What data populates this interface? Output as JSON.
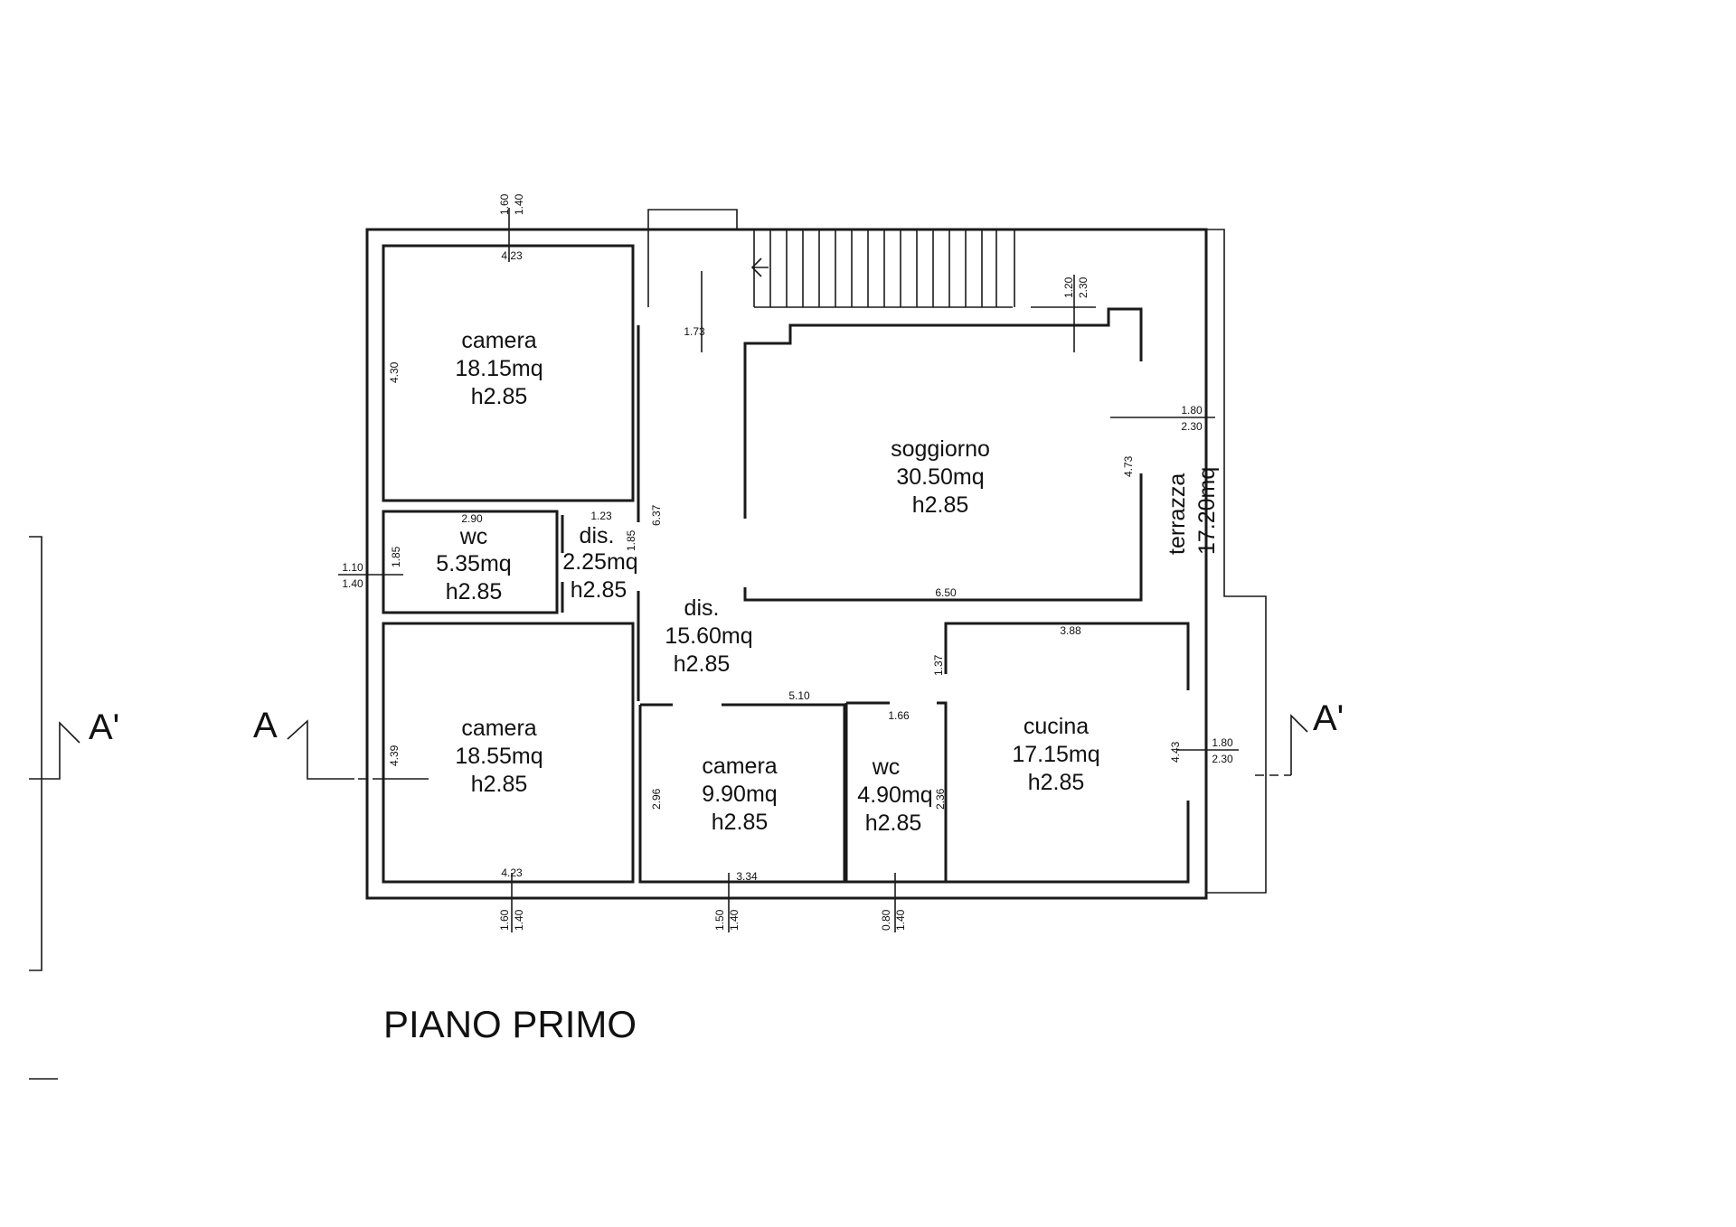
{
  "title": "PIANO PRIMO",
  "rooms": {
    "camera1": {
      "name": "camera",
      "area": "18.15mq",
      "height": "h2.85"
    },
    "wc1": {
      "name": "wc",
      "area": "5.35mq",
      "height": "h2.85"
    },
    "dis1": {
      "name": "dis.",
      "area": "2.25mq",
      "height": "h2.85"
    },
    "camera2": {
      "name": "camera",
      "area": "18.55mq",
      "height": "h2.85"
    },
    "dis2": {
      "name": "dis.",
      "area": "15.60mq",
      "height": "h2.85"
    },
    "soggiorno": {
      "name": "soggiorno",
      "area": "30.50mq",
      "height": "h2.85"
    },
    "camera3": {
      "name": "camera",
      "area": "9.90mq",
      "height": "h2.85"
    },
    "wc2": {
      "name": "wc",
      "area": "4.90mq",
      "height": "h2.85"
    },
    "cucina": {
      "name": "cucina",
      "area": "17.15mq",
      "height": "h2.85"
    },
    "terrazza": {
      "name": "terrazza",
      "area": "17.20mq"
    }
  },
  "dims": {
    "top_win1_a": "1.60",
    "top_win1_b": "1.40",
    "cam1_w": "4.23",
    "cam1_h": "4.30",
    "stair_173": "1.73",
    "sogg_win_a": "1.20",
    "sogg_win_b": "2.30",
    "sogg_side_a": "1.80",
    "sogg_side_b": "2.30",
    "sogg_h": "4.73",
    "sogg_w": "6.50",
    "wc1_w": "2.90",
    "dis1_w": "1.23",
    "dis1_h": "1.85",
    "corr_h": "6.37",
    "wc1_win_a": "1.10",
    "wc1_win_b": "1.40",
    "wc1_h": "1.85",
    "cam2_h": "4.39",
    "cam2_w": "4.23",
    "cam3_wall": "5.10",
    "cam3_h": "2.96",
    "cam3_w": "3.34",
    "wc2_w": "1.66",
    "wc2_h": "2.36",
    "wc2_top": "1.37",
    "cuc_w": "3.88",
    "cuc_h": "4.43",
    "cuc_win_a": "1.80",
    "cuc_win_b": "2.30",
    "bot_win1_a": "1.60",
    "bot_win1_b": "1.40",
    "bot_win2_a": "1.50",
    "bot_win2_b": "1.40",
    "bot_win3_a": "0.80",
    "bot_win3_b": "1.40"
  },
  "section": {
    "left_a": "A'",
    "mid_a": "A",
    "right_a": "A'"
  }
}
